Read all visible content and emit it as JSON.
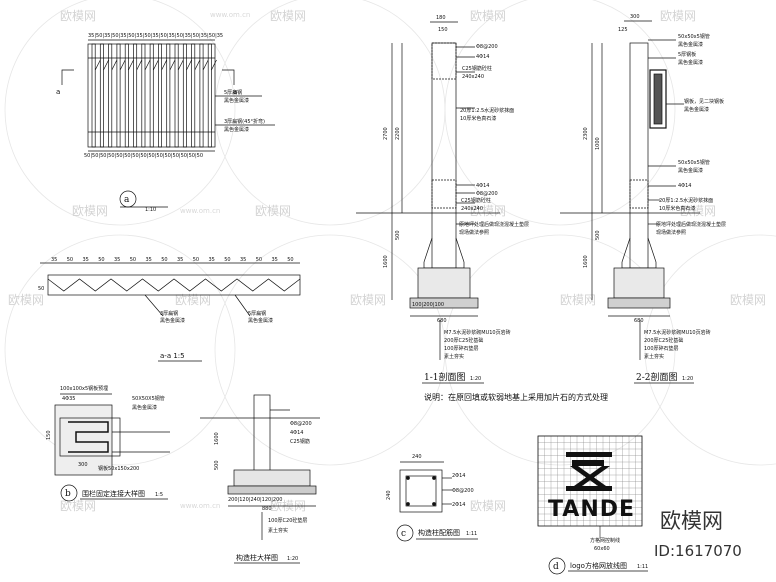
{
  "watermark": {
    "text": "欧模网",
    "url": "www.om.cn"
  },
  "brand": {
    "name": "欧模网",
    "id_text": "ID:1617070"
  },
  "fence_elevation": {
    "top_dims": "35|50|35|50|35|50|35|50|35|50|35|50|35|50|35|50|35",
    "bottom_dims": "50|50|50|50|50|50|50|50|50|50|50|50|50|50|50",
    "section_mark_left": "a",
    "section_mark_right": "a",
    "note_1a": "5厚扁钢",
    "note_1b": "黑色金属漆",
    "note_2a": "3厚扁钢(45°折弯)",
    "note_2b": "黑色金属漆",
    "circle_label": "a",
    "scale": "1:10"
  },
  "section_aa": {
    "dims": [
      "35",
      "50",
      "35",
      "50",
      "35",
      "50",
      "35",
      "50",
      "35",
      "50",
      "35",
      "50",
      "35",
      "50",
      "35",
      "50"
    ],
    "left_dim": "50",
    "note_1a": "3厚扁钢",
    "note_1b": "黑色金属漆",
    "note_2a": "5厚扁钢",
    "note_2b": "黑色金属漆",
    "title": "a-a  1:5"
  },
  "section_11": {
    "top_dims": [
      "150",
      "180"
    ],
    "bar_note": "Φ8@200",
    "rebar_note": "4Φ14",
    "concrete_note": "C25钢筋砼柱",
    "size_note": "240x240",
    "paint_note_a": "20厚1:2.5水泥砂浆抹面",
    "paint_note_b": "10厚米色真石漆",
    "rebar_note_2": "4Φ14",
    "bar_note_2": "Φ8@200",
    "concrete_note_2": "C25钢筋砼柱",
    "size_note_2": "240x240",
    "ground_note_a": "原地坪处理后做现浇混凝土垫层",
    "ground_note_b": "现场做法参照",
    "height_total": "2700",
    "height_upper": "2200",
    "height_lower": "500",
    "found_left": "1600",
    "found_deep": "1600",
    "base_dims": "100|200|100",
    "bottom_dim": "680",
    "found_note_1": "M7.5水泥砂浆砌MU10页岩砖",
    "found_note_2": "200厚C25砼基础",
    "found_note_3": "100厚碎石垫层",
    "found_note_4": "素土夯实",
    "title": "1-1剖面图",
    "scale": "1:20"
  },
  "section_22": {
    "top_dim_a": "300",
    "top_dim_b": "125",
    "steel_note_a": "50x50x5钢管",
    "steel_note_b": "黑色金属漆",
    "steel_note_c": "5厚钢板",
    "steel_note_d": "黑色金属漆",
    "panel_note_a": "钢板，见二块钢板",
    "panel_note_b": "黑色金属漆",
    "steel_note_e": "50x50x5钢管",
    "steel_note_f": "黑色金属漆",
    "rebar_note": "4Φ14",
    "paint_note_a": "20厚1:2.5水泥砂浆抹面",
    "paint_note_b": "10厚米色真石漆",
    "ground_note_a": "原地坪处理后做现浇混凝土垫层",
    "ground_note_b": "现场做法参照",
    "height_total": "2300",
    "height_a": "1000",
    "height_b": "500",
    "height_c": "1600",
    "found_note_1": "M7.5水泥砂浆砌MU10页岩砖",
    "found_note_2": "200厚C25砼基础",
    "found_note_3": "100厚碎石垫层",
    "found_note_4": "素土夯实",
    "bottom_dim": "680",
    "title": "2-2剖面图",
    "scale": "1:20"
  },
  "description": "说明：在原回填或软弱地基上采用加片石的方式处理",
  "railing_detail": {
    "note_a": "100x100x5钢板预埋",
    "dim_a": "4Φ35",
    "note_b": "50X50X5钢管",
    "note_c": "黑色金属漆",
    "dim_150": "150",
    "dim_300": "300",
    "note_d": "钢板50x150x200",
    "circle_label": "b",
    "title": "围栏固定连接大样图",
    "scale": "1:5"
  },
  "column_detail": {
    "rebar_note": "Φ8@200",
    "rebar_note_2": "4Φ14",
    "concrete_note": "C25钢筋",
    "height_a": "1600",
    "height_b": "500",
    "base_dims": "200|120|240|120|200",
    "total": "880",
    "found_note_1": "100厚C20砼垫层",
    "found_note_2": "素土夯实",
    "title": "构造柱大样图",
    "scale": "1:20"
  },
  "column_plan": {
    "top_dim": "240",
    "side_dim": "240",
    "rebar_a": "2Φ14",
    "rebar_b": "2Φ14",
    "stirrup": "Φ8@200",
    "circle_label": "c",
    "title": "构造柱配筋图",
    "scale": "1:11"
  },
  "logo_plan": {
    "logo_text": "TANDE",
    "note_a": "方格网控制线",
    "note_b": "60x60",
    "circle_label": "d",
    "title": "logo方格网放线图",
    "scale": "1:11"
  }
}
